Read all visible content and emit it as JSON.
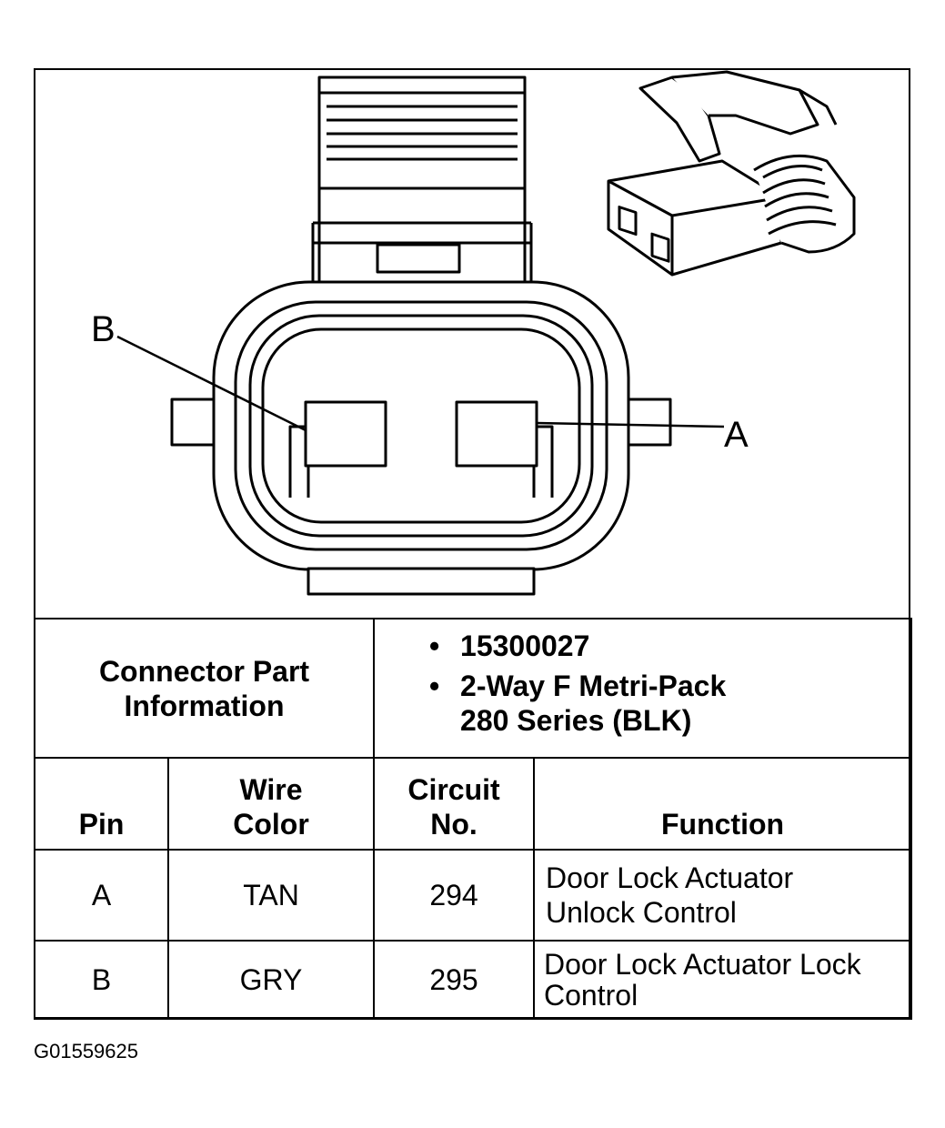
{
  "diagram": {
    "pin_labels": {
      "b": "B",
      "a": "A"
    }
  },
  "part_info": {
    "label": "Connector Part Information",
    "items": [
      "15300027",
      "2-Way F Metri-Pack 280 Series (BLK)"
    ]
  },
  "pin_table": {
    "headers": {
      "pin": "Pin",
      "wire_color": "Wire Color",
      "circuit_no": "Circuit No.",
      "function": "Function"
    },
    "rows": [
      {
        "pin": "A",
        "wire_color": "TAN",
        "circuit_no": "294",
        "function": "Door Lock Actuator Unlock Control"
      },
      {
        "pin": "B",
        "wire_color": "GRY",
        "circuit_no": "295",
        "function": "Door Lock Actuator Lock Control"
      }
    ]
  },
  "figure_id": "G01559625"
}
